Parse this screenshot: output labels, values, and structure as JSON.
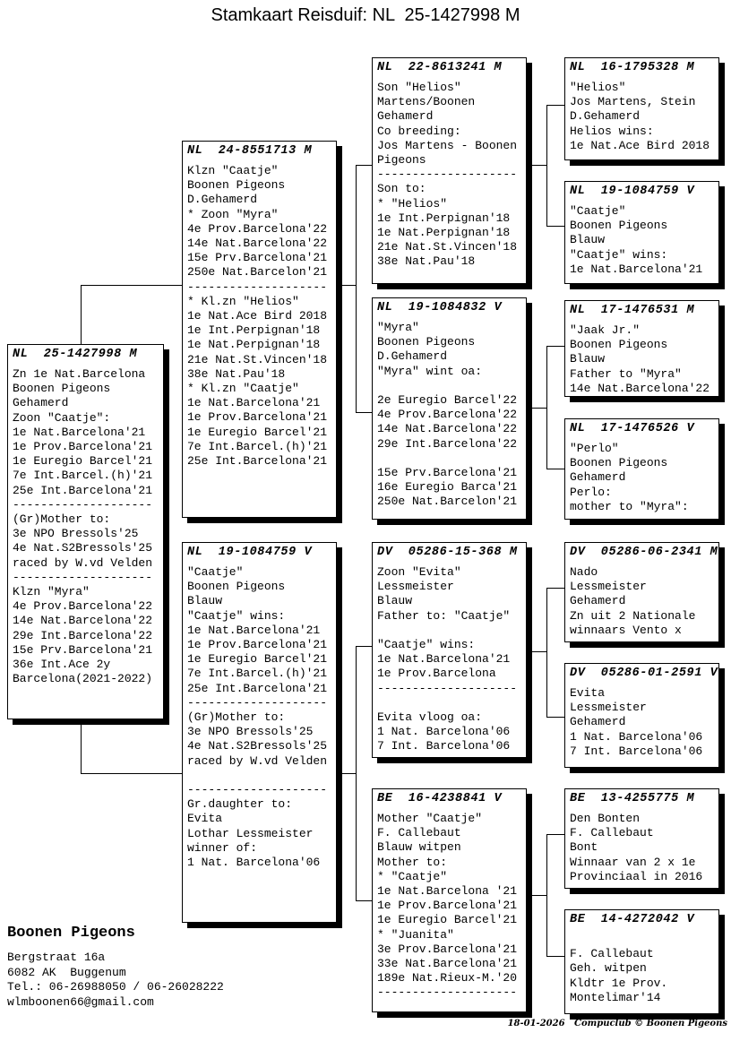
{
  "title": "Stamkaart Reisduif: NL  25-1427998 M",
  "boxes": [
    {
      "ring": "NL  25-1427998 M",
      "lines": [
        "Zn 1e Nat.Barcelona",
        "Boonen Pigeons",
        "Gehamerd",
        "Zoon \"Caatje\":",
        "1e Nat.Barcelona'21",
        "1e Prov.Barcelona'21",
        "1e Euregio Barcel'21",
        "7e Int.Barcel.(h)'21",
        "25e Int.Barcelona'21",
        "--------------------",
        "(Gr)Mother to:",
        "3e NPO Bressols'25",
        "4e Nat.S2Bressols'25",
        "raced by W.vd Velden",
        "--------------------",
        "Klzn \"Myra\"",
        "4e Prov.Barcelona'22",
        "14e Nat.Barcelona'22",
        "29e Int.Barcelona'22",
        "15e Prv.Barcelona'21",
        "36e Int.Ace 2y",
        "Barcelona(2021-2022)"
      ]
    },
    {
      "ring": "NL  24-8551713 M",
      "lines": [
        "Klzn \"Caatje\"",
        "Boonen Pigeons",
        "D.Gehamerd",
        "* Zoon \"Myra\"",
        "4e Prov.Barcelona'22",
        "14e Nat.Barcelona'22",
        "15e Prv.Barcelona'21",
        "250e Nat.Barcelon'21",
        "--------------------",
        "* Kl.zn \"Helios\"",
        "1e Nat.Ace Bird 2018",
        "1e Int.Perpignan'18",
        "1e Nat.Perpignan'18",
        "21e Nat.St.Vincen'18",
        "38e Nat.Pau'18",
        "* Kl.zn \"Caatje\"",
        "1e Nat.Barcelona'21",
        "1e Prov.Barcelona'21",
        "1e Euregio Barcel'21",
        "7e Int.Barcel.(h)'21",
        "25e Int.Barcelona'21"
      ]
    },
    {
      "ring": "NL  19-1084759 V",
      "lines": [
        "\"Caatje\"",
        "Boonen Pigeons",
        "Blauw",
        "\"Caatje\" wins:",
        "1e Nat.Barcelona'21",
        "1e Prov.Barcelona'21",
        "1e Euregio Barcel'21",
        "7e Int.Barcel.(h)'21",
        "25e Int.Barcelona'21",
        "--------------------",
        "(Gr)Mother to:",
        "3e NPO Bressols'25",
        "4e Nat.S2Bressols'25",
        "raced by W.vd Velden",
        "",
        "--------------------",
        "Gr.daughter to:",
        "Evita",
        "Lothar Lessmeister",
        "winner of:",
        "1 Nat. Barcelona'06"
      ]
    },
    {
      "ring": "NL  22-8613241 M",
      "lines": [
        "Son \"Helios\"",
        "Martens/Boonen",
        "Gehamerd",
        "Co breeding:",
        "Jos Martens - Boonen",
        "Pigeons",
        "--------------------",
        "Son to:",
        "* \"Helios\"",
        "1e Int.Perpignan'18",
        "1e Nat.Perpignan'18",
        "21e Nat.St.Vincen'18",
        "38e Nat.Pau'18"
      ]
    },
    {
      "ring": "NL  19-1084832 V",
      "lines": [
        "\"Myra\"",
        "Boonen Pigeons",
        "D.Gehamerd",
        "\"Myra\" wint oa:",
        "",
        "2e Euregio Barcel'22",
        "4e Prov.Barcelona'22",
        "14e Nat.Barcelona'22",
        "29e Int.Barcelona'22",
        "",
        "15e Prv.Barcelona'21",
        "16e Euregio Barca'21",
        "250e Nat.Barcelon'21"
      ]
    },
    {
      "ring": "DV  05286-15-368 M",
      "lines": [
        "Zoon \"Evita\"",
        "Lessmeister",
        "Blauw",
        "Father to: \"Caatje\"",
        "",
        "\"Caatje\" wins:",
        "1e Nat.Barcelona'21",
        "1e Prov.Barcelona",
        "--------------------",
        "",
        "Evita vloog oa:",
        "1 Nat. Barcelona'06",
        "7 Int. Barcelona'06"
      ]
    },
    {
      "ring": "BE  16-4238841 V",
      "lines": [
        "Mother \"Caatje\"",
        "F. Callebaut",
        "Blauw witpen",
        "Mother to:",
        "* \"Caatje\"",
        "1e Nat.Barcelona '21",
        "1e Prov.Barcelona'21",
        "1e Euregio Barcel'21",
        "* \"Juanita\"",
        "3e Prov.Barcelona'21",
        "33e Nat.Barcelona'21",
        "189e Nat.Rieux-M.'20",
        "--------------------"
      ]
    },
    {
      "ring": "NL  16-1795328 M",
      "lines": [
        "\"Helios\"",
        "Jos Martens, Stein",
        "D.Gehamerd",
        "Helios wins:",
        "1e Nat.Ace Bird 2018"
      ]
    },
    {
      "ring": "NL  19-1084759 V",
      "lines": [
        "\"Caatje\"",
        "Boonen Pigeons",
        "Blauw",
        "\"Caatje\" wins:",
        "1e Nat.Barcelona'21"
      ]
    },
    {
      "ring": "NL  17-1476531 M",
      "lines": [
        "\"Jaak Jr.\"",
        "Boonen Pigeons",
        "Blauw",
        "Father to \"Myra\"",
        "14e Nat.Barcelona'22"
      ]
    },
    {
      "ring": "NL  17-1476526 V",
      "lines": [
        "\"Perlo\"",
        "Boonen Pigeons",
        "Gehamerd",
        "Perlo:",
        "mother to \"Myra\":"
      ]
    },
    {
      "ring": "DV  05286-06-2341 M",
      "lines": [
        "Nado",
        "Lessmeister",
        "Gehamerd",
        "Zn uit 2 Nationale",
        "winnaars Vento x"
      ]
    },
    {
      "ring": "DV  05286-01-2591 V",
      "lines": [
        "Evita",
        "Lessmeister",
        "Gehamerd",
        "1 Nat. Barcelona'06",
        "7 Int. Barcelona'06"
      ]
    },
    {
      "ring": "BE  13-4255775 M",
      "lines": [
        "Den Bonten",
        "F. Callebaut",
        "Bont",
        "Winnaar van 2 x 1e",
        "Provinciaal in 2016"
      ]
    },
    {
      "ring": "BE  14-4272042 V",
      "lines": [
        "",
        "F. Callebaut",
        "Geh. witpen",
        "Kldtr 1e Prov.",
        "Montelimar'14"
      ]
    }
  ],
  "owner": {
    "name": "Boonen Pigeons",
    "address_line1": "Bergstraat 16a",
    "address_line2": "6082 AK  Buggenum",
    "phone": "Tel.: 06-26988050 / 06-26028222",
    "email": "wlmboonen66@gmail.com"
  },
  "footer": "18-01-2026   Compuclub © Boonen Pigeons"
}
